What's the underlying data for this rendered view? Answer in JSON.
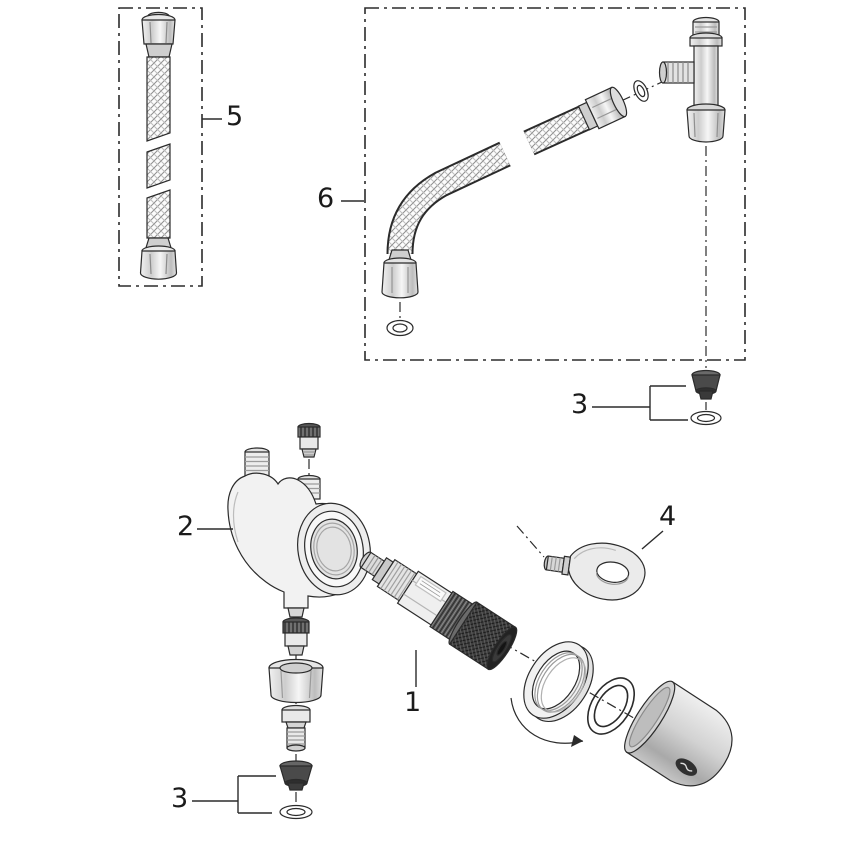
{
  "diagram": {
    "kind": "exploded-parts-diagram",
    "callouts": {
      "part1": "1",
      "part2": "2",
      "part3_right": "3",
      "part3_bottom": "3",
      "part4": "4",
      "part5": "5",
      "part6": "6"
    },
    "colors": {
      "background": "#ffffff",
      "line": "#2b2b2b",
      "dark_part": "#3a3a3a",
      "metal_light": "#e8e8e8",
      "chrome_cap": "#c9c9c9"
    }
  }
}
